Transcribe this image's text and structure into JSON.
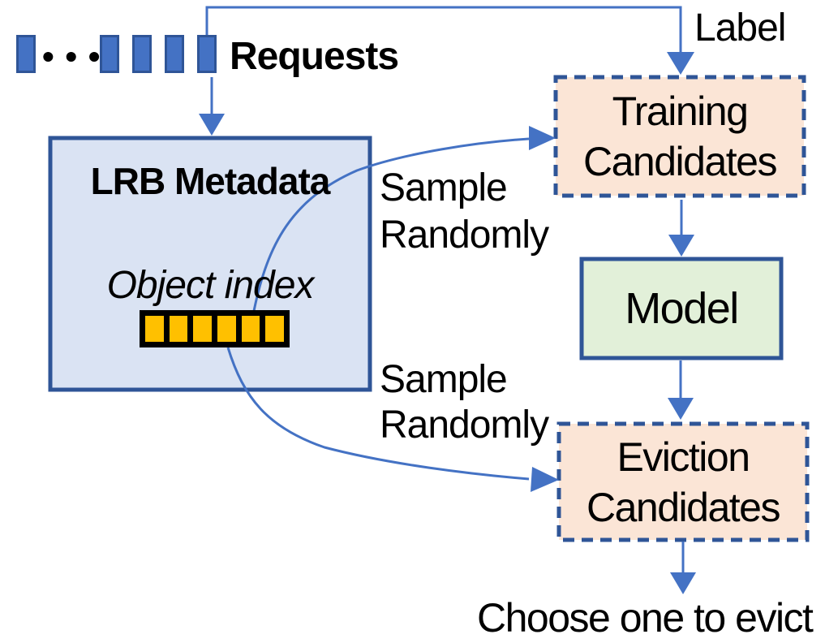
{
  "colors": {
    "arrow_blue": "#4472C4",
    "border_blue": "#2F5597",
    "metadata_fill": "#DAE3F3",
    "candidates_fill": "#FBE5D6",
    "model_fill": "#E2F0D9",
    "index_cell_fill": "#FFC000",
    "index_bar_border": "#000000",
    "request_fill": "#4472C4",
    "text_color": "#000000",
    "background": "#FFFFFF"
  },
  "diagram": {
    "requests_label": "Requests",
    "ellipsis": "• • •",
    "feedback_label": "Label",
    "metadata": {
      "title": "LRB Metadata",
      "subtitle": "Object index",
      "index_cell_count": 6
    },
    "training": {
      "line1": "Training",
      "line2": "Candidates"
    },
    "model": {
      "label": "Model"
    },
    "eviction": {
      "line1": "Eviction",
      "line2": "Candidates"
    },
    "sample_top": {
      "line1": "Sample",
      "line2": "Randomly"
    },
    "sample_bottom": {
      "line1": "Sample",
      "line2": "Randomly"
    },
    "choose_label": "Choose one to evict"
  }
}
